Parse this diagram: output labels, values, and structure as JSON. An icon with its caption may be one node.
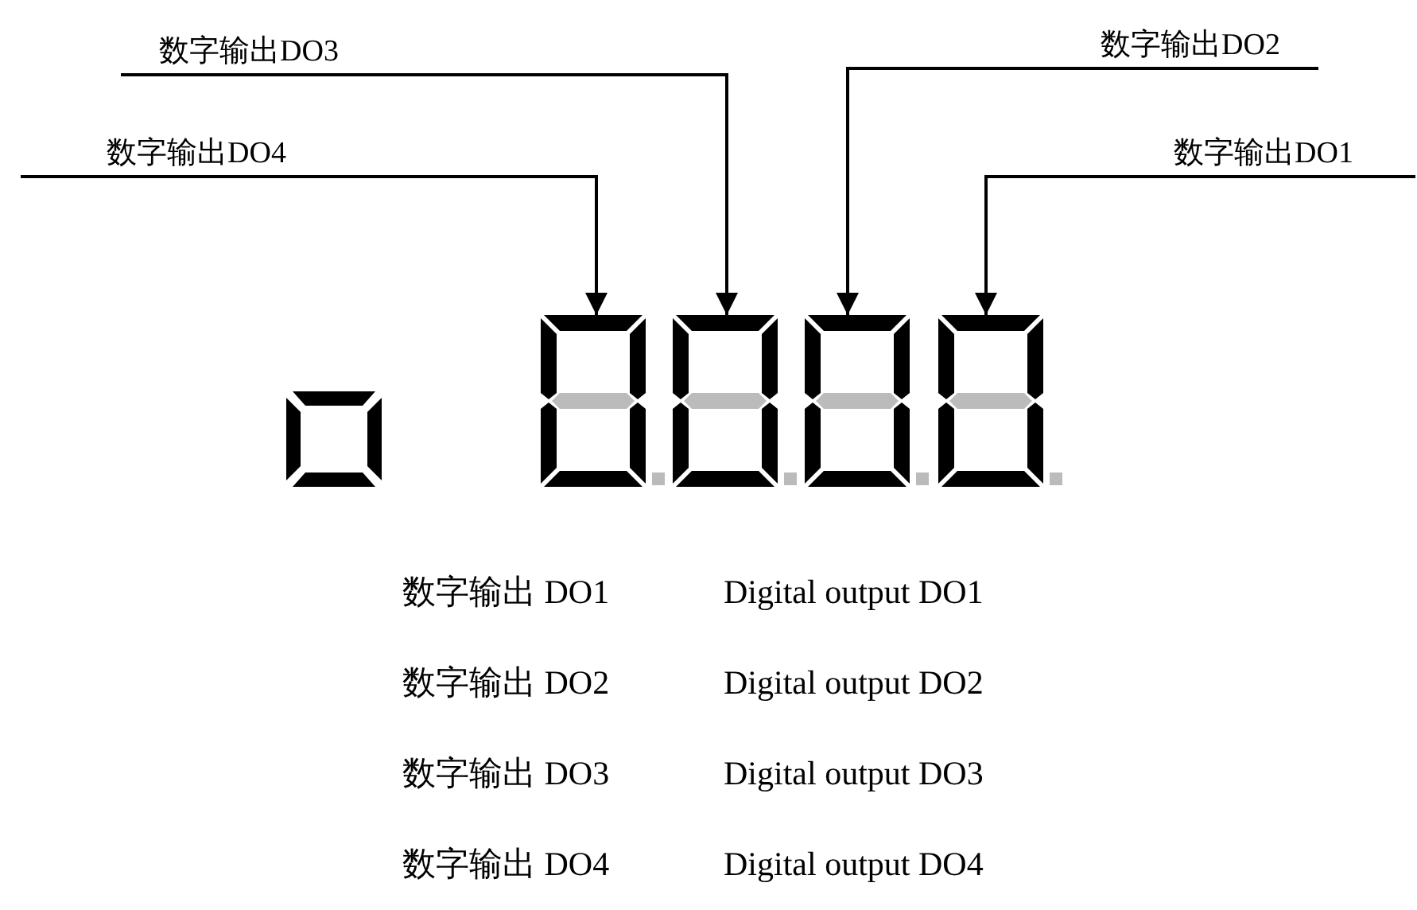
{
  "diagram": {
    "nodes": [
      {
        "text": [
          "数字输出DO3"
        ]
      },
      {
        "text": [
          "数字输出DO2"
        ]
      },
      {
        "text": [
          "数字输出DO4"
        ]
      },
      {
        "text": [
          "数字输出DO1"
        ]
      },
      {
        "text": [],
        "shape": "picture"
      },
      {
        "text": [],
        "shape": "picture"
      },
      {
        "text": [],
        "shape": "picture"
      },
      {
        "text": [],
        "shape": "picture"
      }
    ],
    "edges": [
      {
        "from": 0,
        "to": 5,
        "arrow": "to"
      },
      {
        "from": 1,
        "to": 6,
        "arrow": "to"
      },
      {
        "from": 2,
        "to": 4,
        "arrow": "to"
      },
      {
        "from": 3,
        "to": 7,
        "arrow": "to"
      }
    ],
    "labels": [
      "数字输出 DO1",
      "Digital output DO1",
      "数字输出 DO2",
      "Digital output DO2",
      "数字输出 DO3",
      "Digital output DO3",
      "数字输出 DO4",
      "Digital output DO4"
    ]
  }
}
